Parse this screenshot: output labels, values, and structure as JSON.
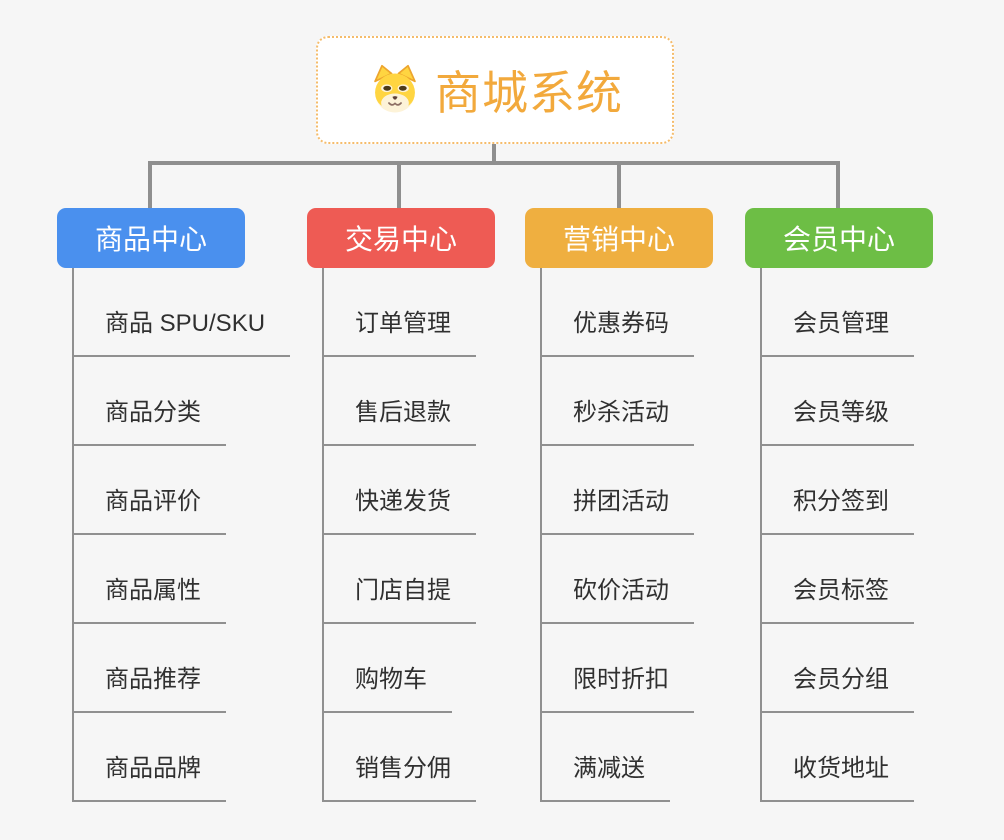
{
  "page": {
    "background_color": "#f6f6f6",
    "connector_color": "#8f8f8f",
    "leaf_line_color": "#909090"
  },
  "root": {
    "title": "商城系统",
    "icon": "shiba-dog-icon",
    "text_color": "#f2a93c",
    "border_color": "#f5bc6b"
  },
  "branches": [
    {
      "label": "商品中心",
      "color": "#4a90ee",
      "items": [
        "商品 SPU/SKU",
        "商品分类",
        "商品评价",
        "商品属性",
        "商品推荐",
        "商品品牌"
      ]
    },
    {
      "label": "交易中心",
      "color": "#ee5b54",
      "items": [
        "订单管理",
        "售后退款",
        "快递发货",
        "门店自提",
        "购物车",
        "销售分佣"
      ]
    },
    {
      "label": "营销中心",
      "color": "#efaf40",
      "items": [
        "优惠券码",
        "秒杀活动",
        "拼团活动",
        "砍价活动",
        "限时折扣",
        "满减送"
      ]
    },
    {
      "label": "会员中心",
      "color": "#6dbe45",
      "items": [
        "会员管理",
        "会员等级",
        "积分签到",
        "会员标签",
        "会员分组",
        "收货地址"
      ]
    }
  ]
}
